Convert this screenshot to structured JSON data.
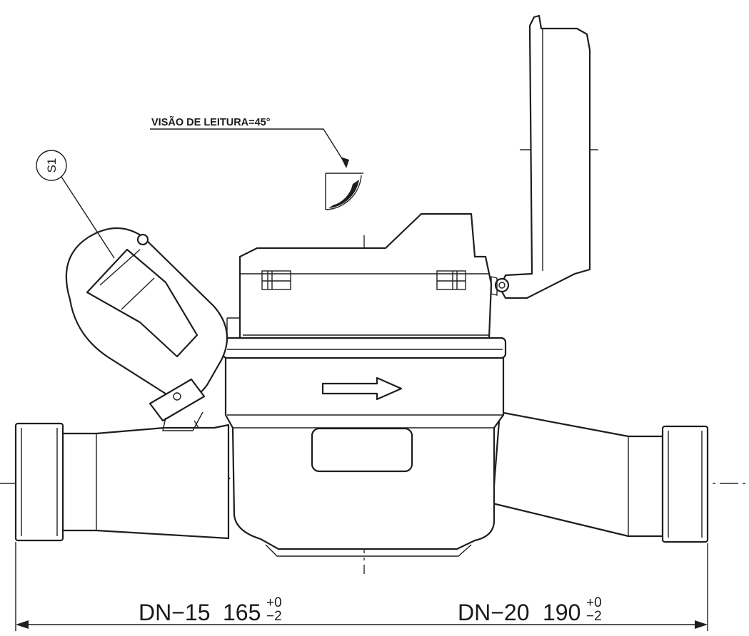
{
  "drawing": {
    "reading_view_label": "VISÃO DE LEITURA=45°",
    "seal_callout": "S1",
    "dimensions": [
      {
        "prefix": "DN−15",
        "nominal": "165",
        "tol_upper": "+0",
        "tol_lower": "−2"
      },
      {
        "prefix": "DN−20",
        "nominal": "190",
        "tol_upper": "+0",
        "tol_lower": "−2"
      }
    ]
  }
}
